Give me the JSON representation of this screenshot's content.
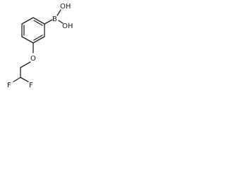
{
  "molecule": {
    "atoms": {
      "boron": "B",
      "hydroxyl_upper": "OH",
      "hydroxyl_lower": "OH",
      "ether_oxygen": "O",
      "fluorine_left": "F",
      "fluorine_right": "F"
    }
  }
}
